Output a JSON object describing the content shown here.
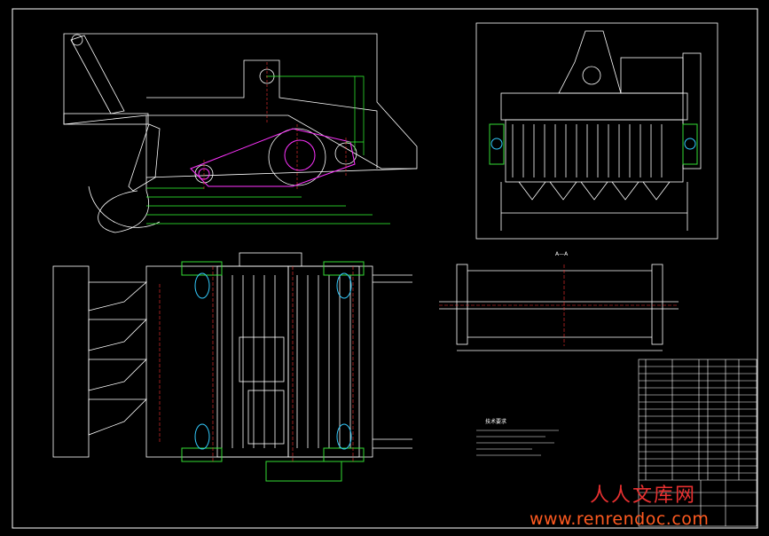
{
  "drawing": {
    "section_label": "A—A",
    "notes_title": "技术要求"
  },
  "watermark": {
    "cn_text": "人人文库网",
    "url_text": "www.renrendoc.com",
    "cn_color": "#e83030",
    "url_color": "#ff5a20"
  },
  "colors": {
    "background": "#000000",
    "lines": "#ffffff",
    "dimension": "#33ff33",
    "chain": "#ff33ff",
    "hidden": "#ff3333",
    "parts": "#33dd33",
    "bearings": "#33ccff"
  }
}
